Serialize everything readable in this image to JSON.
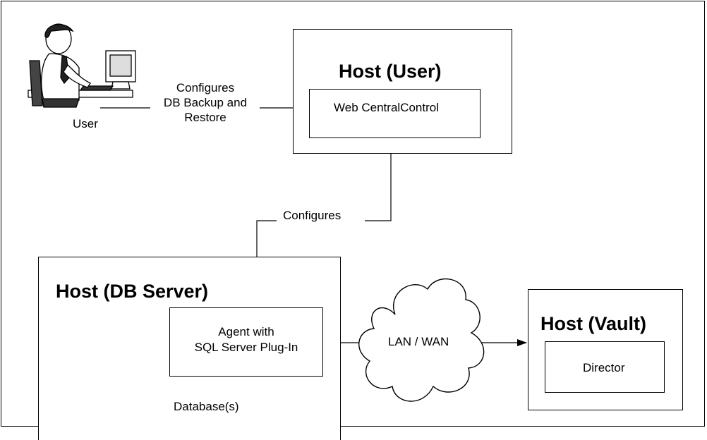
{
  "user": {
    "label": "User"
  },
  "arrow_user_to_web": {
    "label_lines": [
      "Configures",
      "DB Backup and",
      "Restore"
    ]
  },
  "host_user": {
    "title": "Host (User)",
    "component": "Web CentralControl"
  },
  "arrow_web_to_agent": {
    "label": "Configures"
  },
  "host_db": {
    "title": "Host (DB Server)",
    "component_lines": [
      "Agent with",
      "SQL Server Plug-In"
    ],
    "database_label": "Database(s)"
  },
  "network": {
    "label": "LAN / WAN"
  },
  "host_vault": {
    "title": "Host (Vault)",
    "component": "Director"
  },
  "icons": {
    "user": "person-at-computer-icon",
    "database": "database-cylinder-icon",
    "network": "cloud-icon"
  }
}
